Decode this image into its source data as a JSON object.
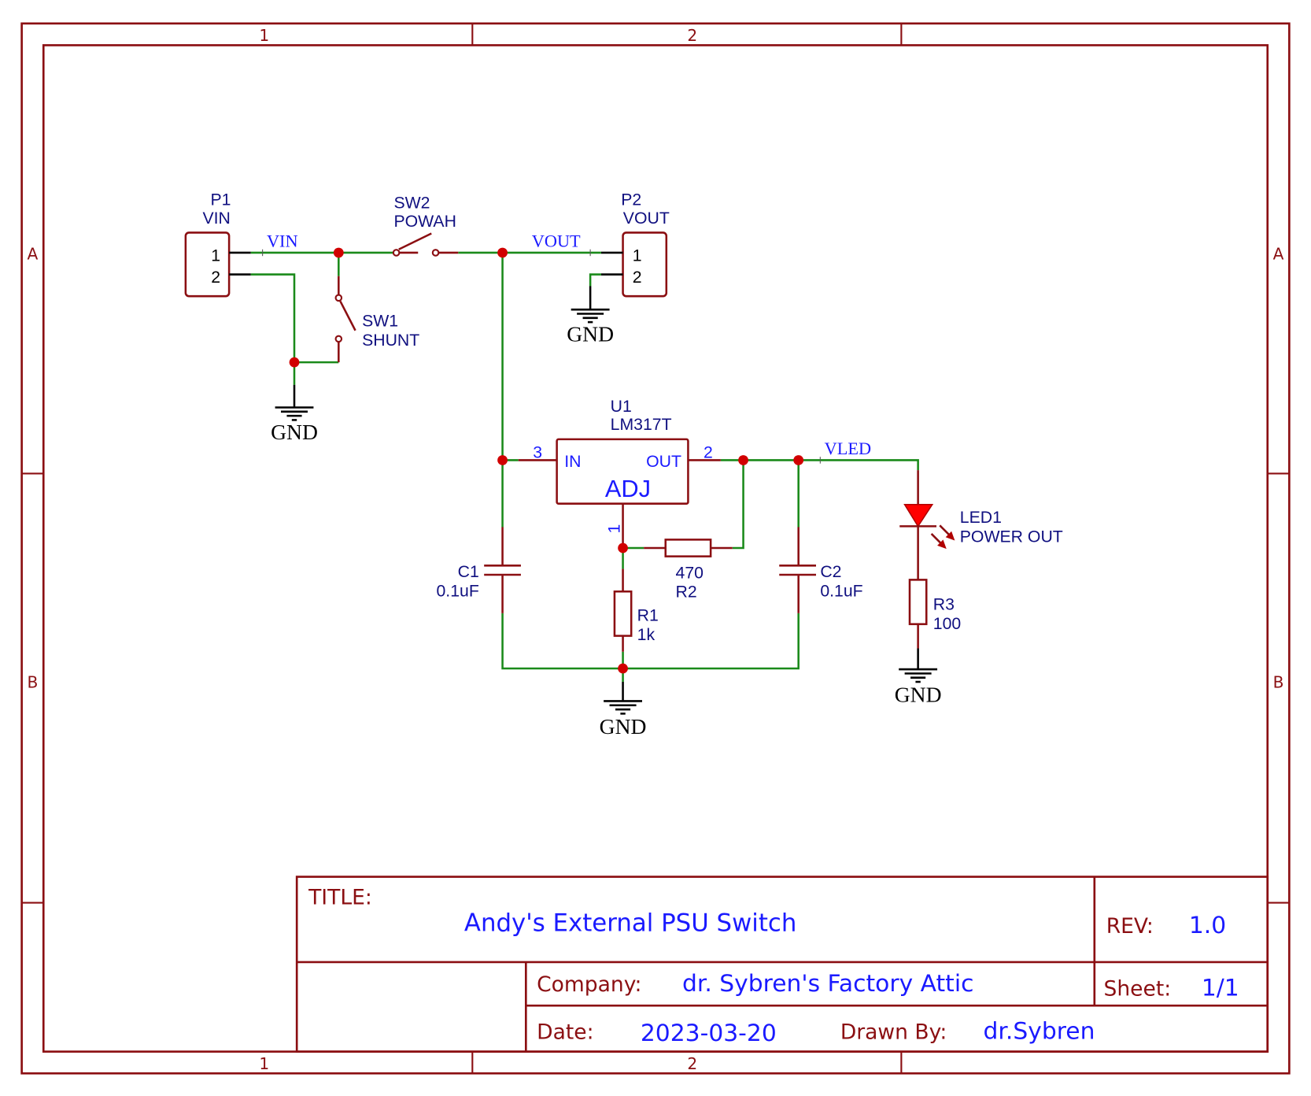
{
  "sheet": {
    "column_labels": [
      "1",
      "2"
    ],
    "row_labels": [
      "A",
      "B"
    ]
  },
  "components": {
    "p1": {
      "ref": "P1",
      "value": "VIN",
      "pins": [
        "1",
        "2"
      ]
    },
    "p2": {
      "ref": "P2",
      "value": "VOUT",
      "pins": [
        "1",
        "2"
      ]
    },
    "sw1": {
      "ref": "SW1",
      "value": "SHUNT"
    },
    "sw2": {
      "ref": "SW2",
      "value": "POWAH"
    },
    "u1": {
      "ref": "U1",
      "value": "LM317T",
      "name": "ADJ",
      "pin_in_label": "IN",
      "pin_out_label": "OUT",
      "pin_in_num": "3",
      "pin_out_num": "2",
      "pin_adj_num": "1"
    },
    "c1": {
      "ref": "C1",
      "value": "0.1uF"
    },
    "c2": {
      "ref": "C2",
      "value": "0.1uF"
    },
    "r1": {
      "ref": "R1",
      "value": "1k"
    },
    "r2": {
      "ref": "R2",
      "value": "470"
    },
    "r3": {
      "ref": "R3",
      "value": "100"
    },
    "led1": {
      "ref": "LED1",
      "value": "POWER OUT"
    }
  },
  "nets": {
    "vin": "VIN",
    "vout": "VOUT",
    "vled": "VLED",
    "gnd": "GND"
  },
  "title_block": {
    "title_key": "TITLE:",
    "title": "Andy's External PSU Switch",
    "rev_key": "REV:",
    "rev": "1.0",
    "company_key": "Company:",
    "company": "dr. Sybren's Factory Attic",
    "sheet_key": "Sheet:",
    "sheet": "1/1",
    "date_key": "Date:",
    "date": "2023-03-20",
    "drawn_by_key": "Drawn By:",
    "drawn_by": "dr.Sybren"
  },
  "colors": {
    "frame": "#8b0f12",
    "wire": "#1a8a1a",
    "junction": "#d10000",
    "label_blue": "#1a1aff",
    "ref_navy": "#101080"
  }
}
